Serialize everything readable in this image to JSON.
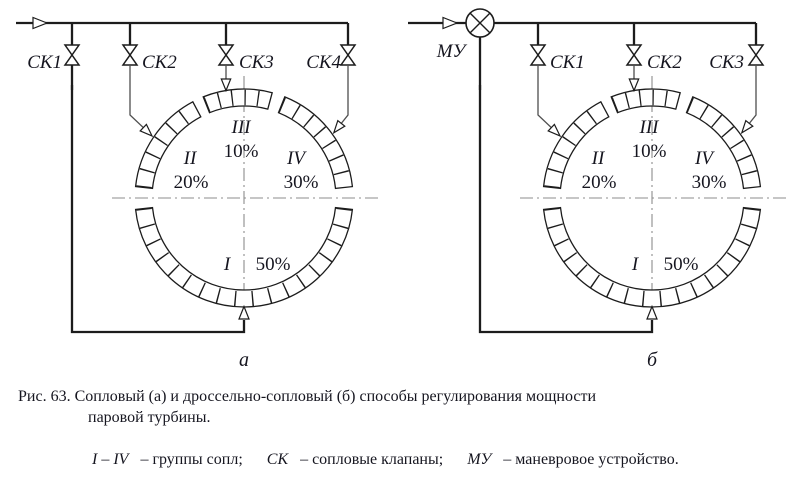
{
  "figure_number_note": "Рис. 63",
  "ring": {
    "s1": "I",
    "s1_pct": "50%",
    "s2": "II",
    "s2_pct": "20%",
    "s3": "III",
    "s3_pct": "10%",
    "s4": "IV",
    "s4_pct": "30%"
  },
  "diagram_a": {
    "label": "а",
    "valve1": "СК1",
    "valve2": "СК2",
    "valve3": "СК3",
    "valve4": "СК4"
  },
  "diagram_b": {
    "label": "б",
    "device": "МУ",
    "valve1": "СК1",
    "valve2": "СК2",
    "valve3": "СК3"
  },
  "caption": {
    "line1": "Рис. 63. Сопловый (а) и дроссельно-сопловый (б) способы регулирования мощности",
    "line2": "паровой турбины."
  },
  "legend": {
    "seg1": "I – IV",
    "seg2": "– группы сопл;",
    "seg3": "СК",
    "seg4": "– сопловые клапаны;",
    "seg5": "МУ",
    "seg6": "– маневровое устройство."
  },
  "colors": {
    "line": "#1c1c1c",
    "thin_line": "#4f4f4f",
    "centerline": "#8c8c8c",
    "background": "#ffffff"
  }
}
